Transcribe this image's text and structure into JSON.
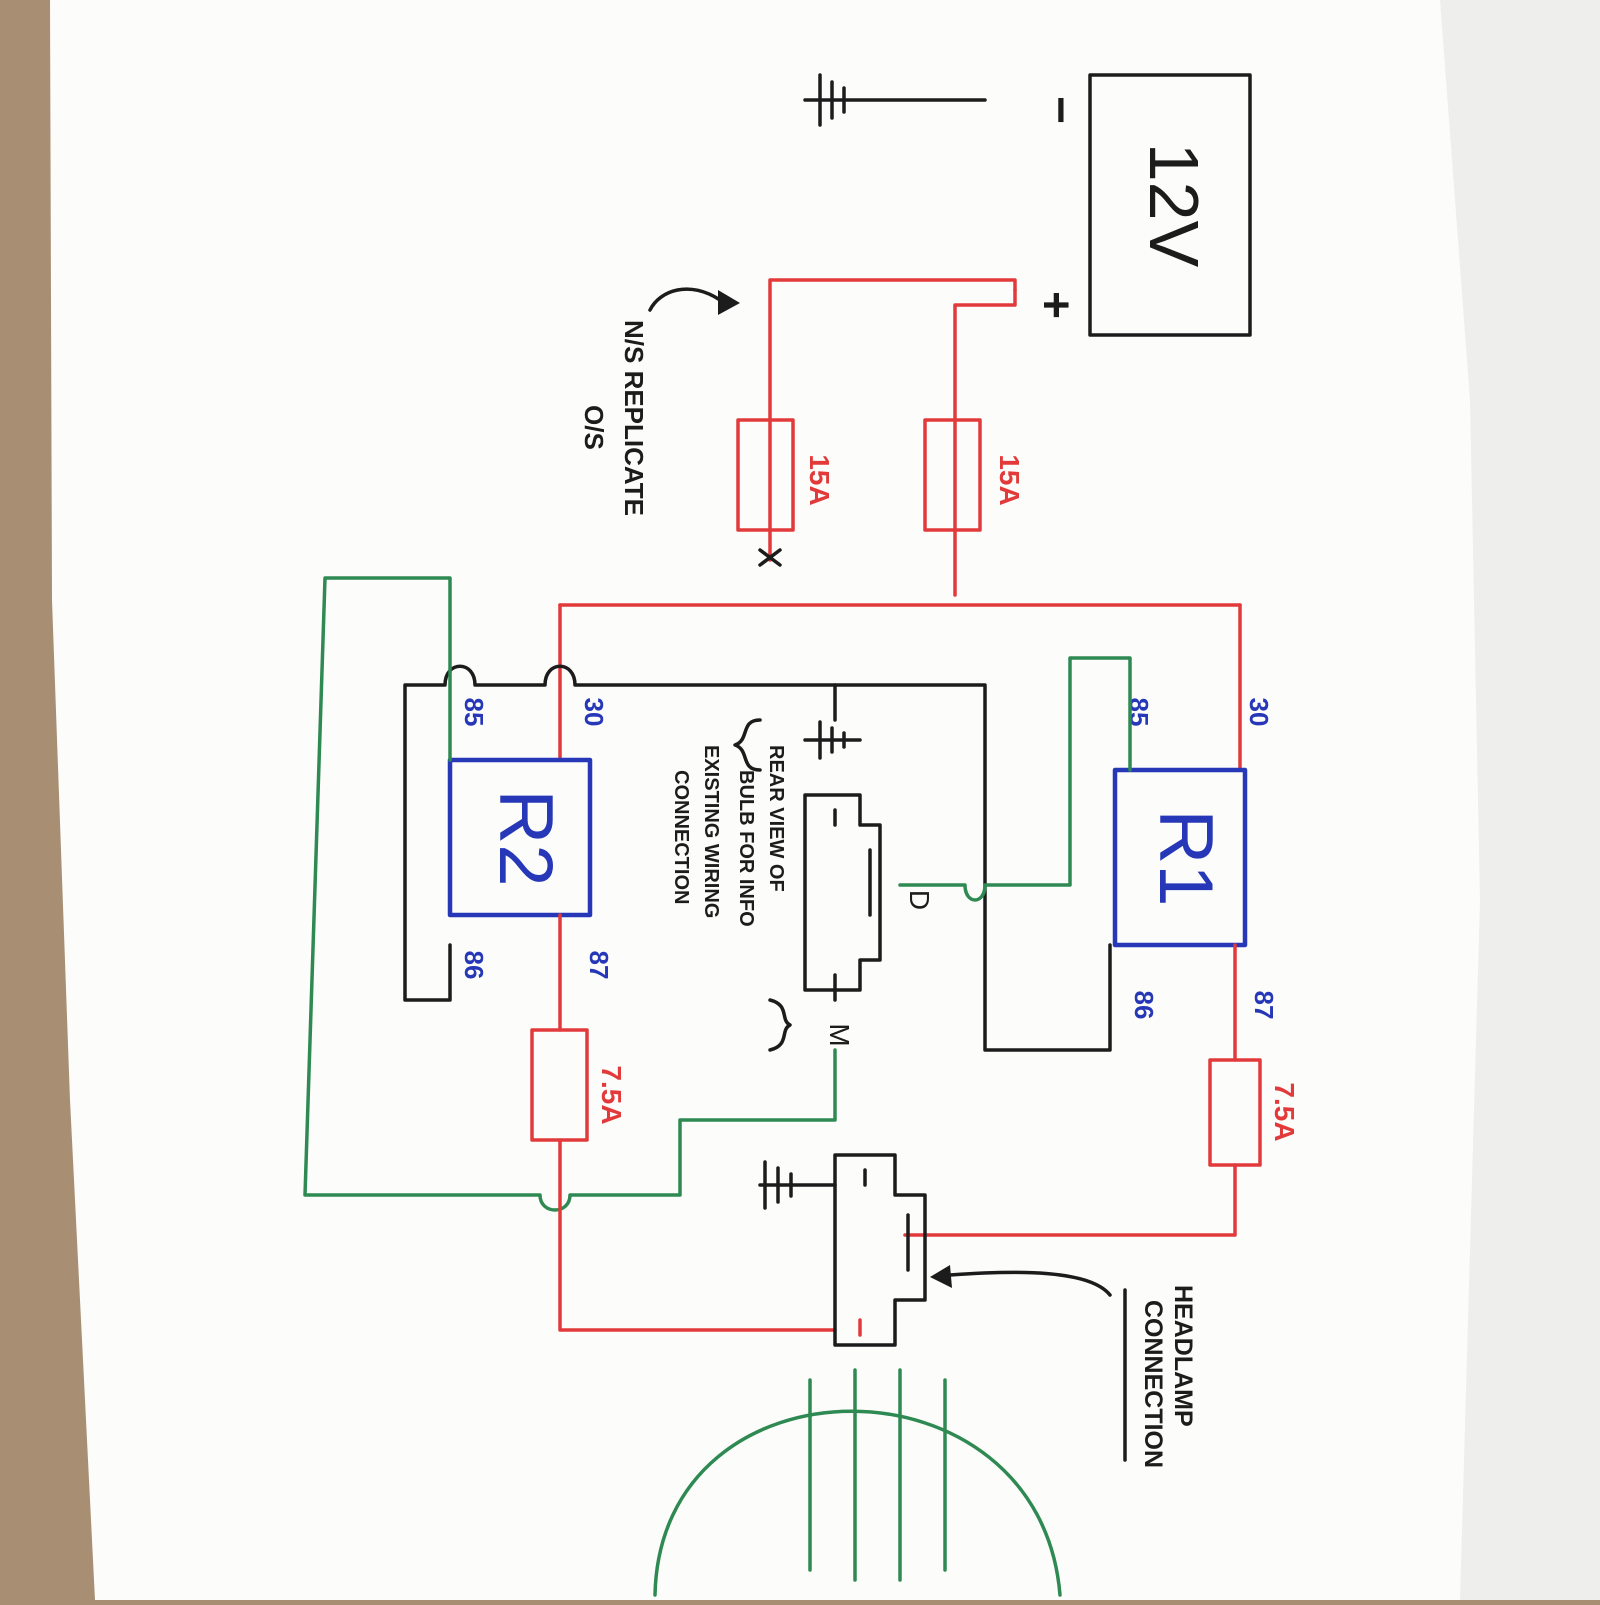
{
  "battery": {
    "voltage_label": "12V",
    "negative_label": "−",
    "positive_label": "+"
  },
  "fuses": {
    "main_a": "15A",
    "main_b": "15A",
    "relay2": "7.5A",
    "relay1": "7.5A"
  },
  "relay1": {
    "name": "R1",
    "pin30": "30",
    "pin85": "85",
    "pin86": "86",
    "pin87": "87"
  },
  "relay2": {
    "name": "R2",
    "pin30": "30",
    "pin85": "85",
    "pin86": "86",
    "pin87": "87"
  },
  "notes": {
    "replicate_line1": "N/S REPLICATE",
    "replicate_line2": "O/S",
    "rear_view_line1": "REAR VIEW OF",
    "rear_view_line2": "BULB FOR INFO",
    "rear_view_line3": "EXISTING WIRING",
    "rear_view_line4": "CONNECTION",
    "headlamp_line1": "HEADLAMP",
    "headlamp_line2": "CONNECTION"
  },
  "terminals": {
    "dip": "D",
    "main": "M"
  },
  "colors": {
    "power": "#e23a3a",
    "ground": "#1c1c1c",
    "signal": "#2e8a52",
    "relay": "#2637b8",
    "paper": "#fcfcfa"
  }
}
